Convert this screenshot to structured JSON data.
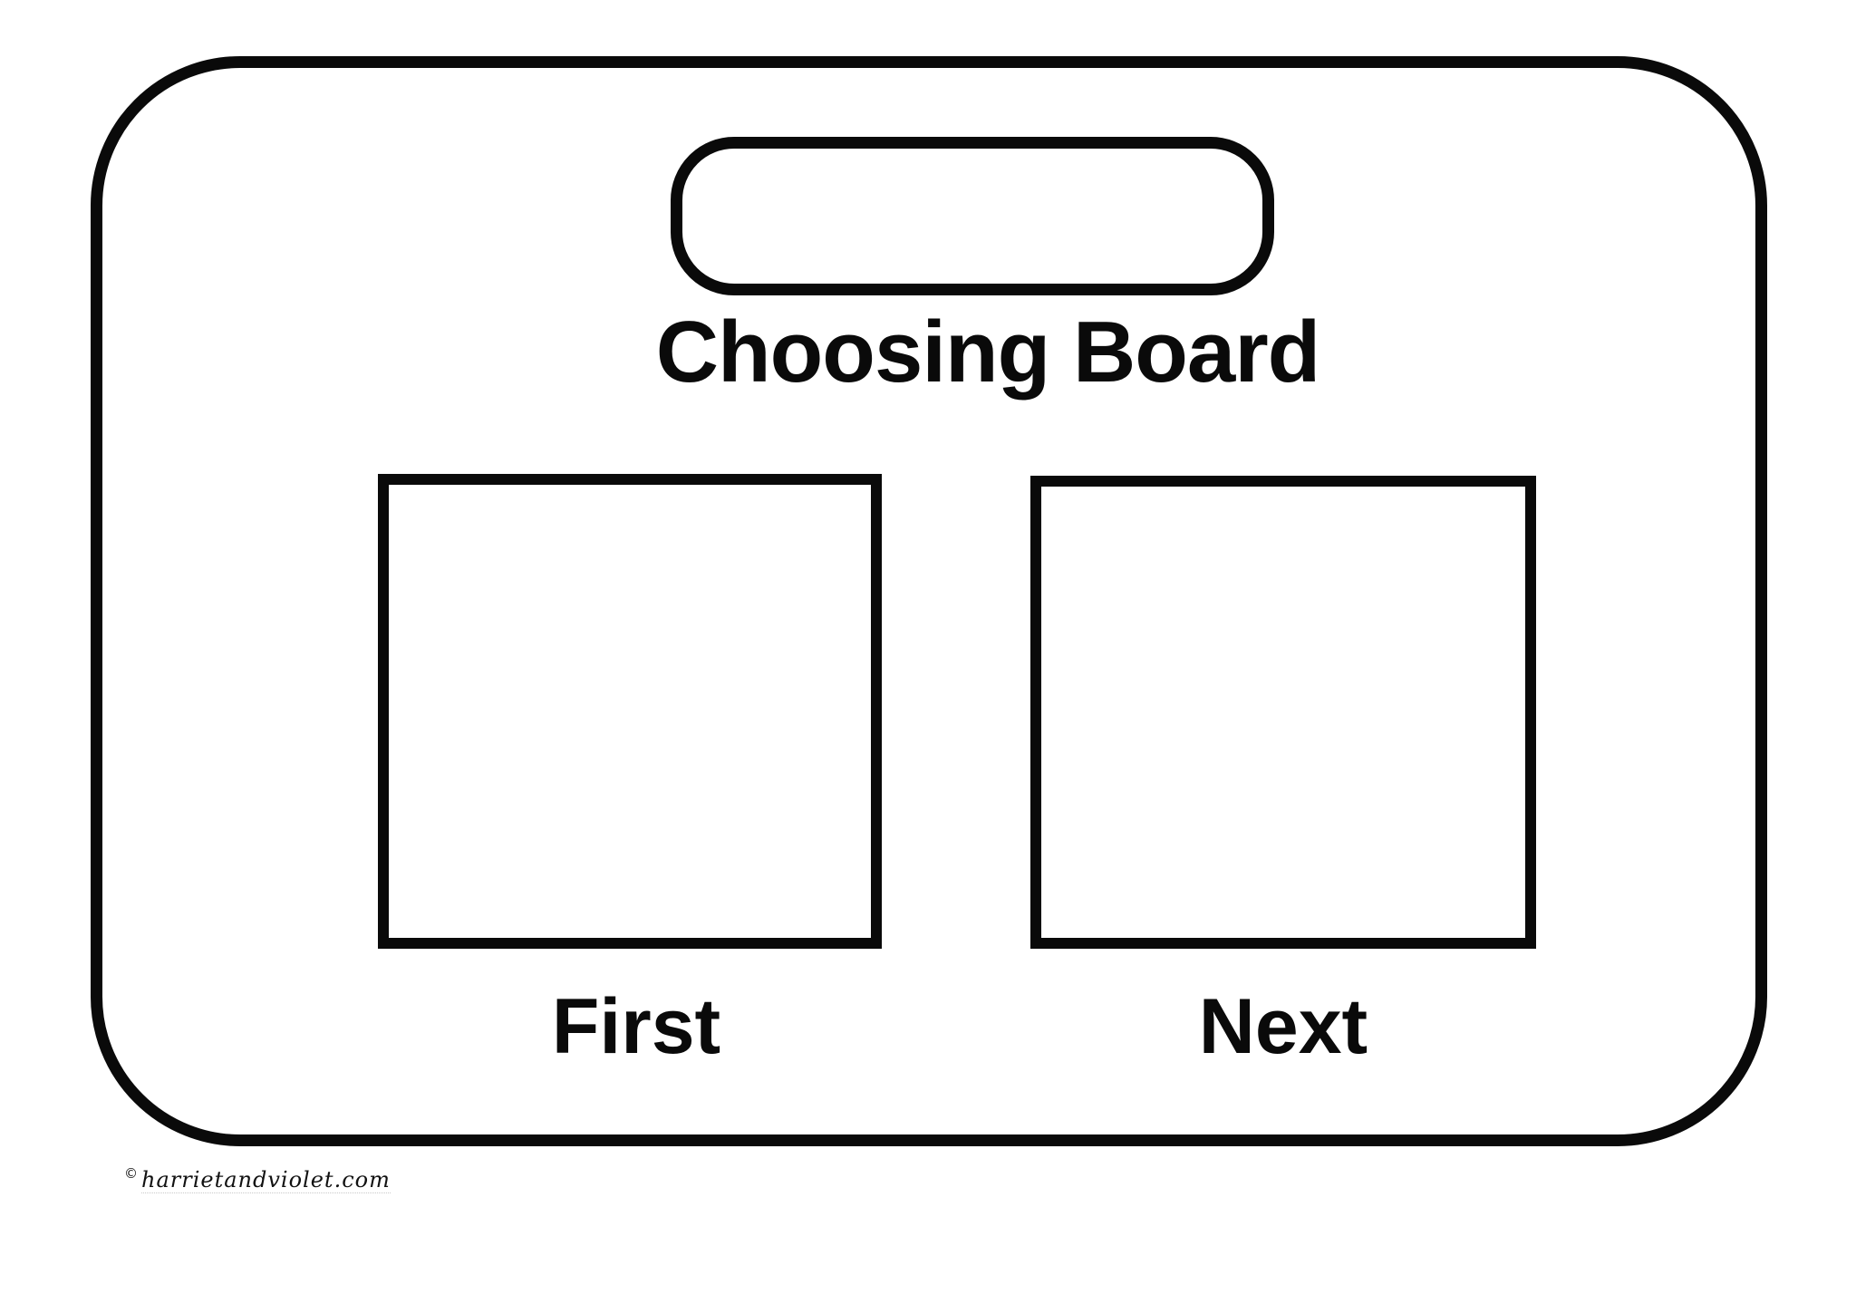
{
  "colors": {
    "ink": "#0a0a0a",
    "background": "#ffffff"
  },
  "board": {
    "title": "Choosing Board",
    "name_box_value": "",
    "slots": [
      {
        "label": "First"
      },
      {
        "label": "Next"
      }
    ]
  },
  "footer": {
    "copyright_symbol": "©",
    "watermark_text": "harrietandviolet.com"
  }
}
